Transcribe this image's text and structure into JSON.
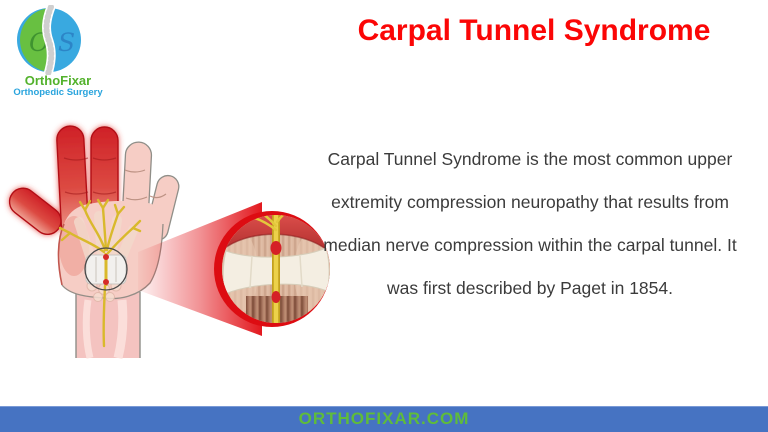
{
  "logo": {
    "brand": "OrthoFixar",
    "tagline": "Orthopedic Surgery",
    "monogram_left": "O",
    "monogram_right": "S",
    "colors": {
      "green": "#68c041",
      "blue": "#39a9e0",
      "brand_text": "#53b22c",
      "tagline_text": "#29a4dd"
    }
  },
  "header": {
    "title": "Carpal Tunnel Syndrome",
    "title_color": "#fb0606"
  },
  "body_text": {
    "lines": [
      "Carpal Tunnel Syndrome is the most common upper",
      "extremity compression neuropathy that results from",
      "median nerve compression within the carpal tunnel. It",
      "was first described by Paget in 1854."
    ],
    "text_color": "#3b3b3b"
  },
  "illustration": {
    "icons": [
      "spine-icon",
      "hand-illustration",
      "magnifier-circle"
    ],
    "colors": {
      "affected_red": "#d3262a",
      "skin": "#f6cdc5",
      "nerve_yellow": "#d9b92c",
      "beam_red": "#dd0c12",
      "ligament_white": "#f4eee2"
    }
  },
  "footer": {
    "site": "ORTHOFIXAR.COM",
    "bar_color": "#4673c2",
    "text_color": "#5fbc3a"
  }
}
